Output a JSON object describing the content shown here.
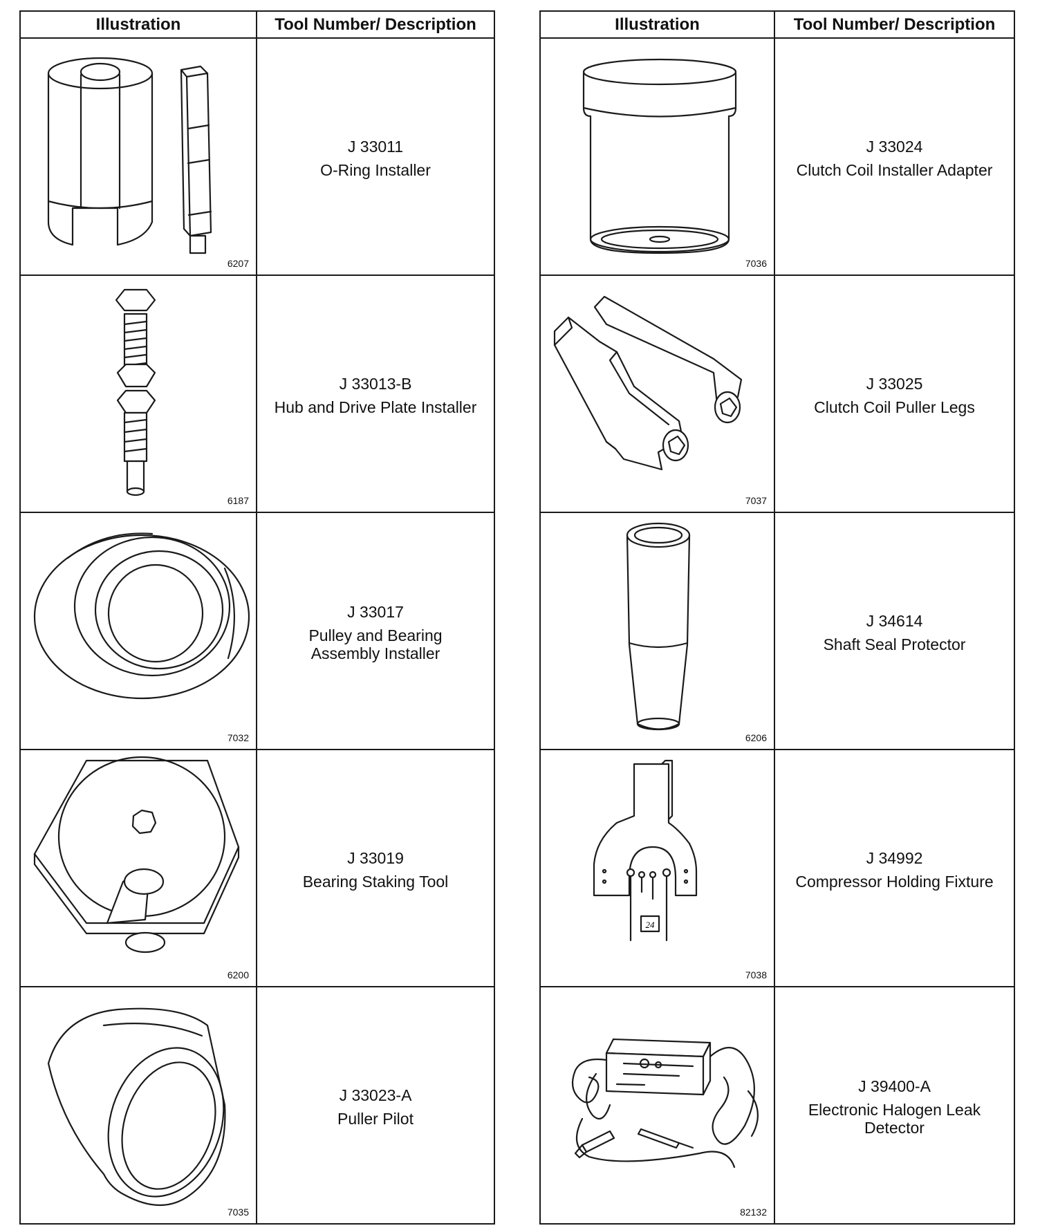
{
  "headers": {
    "illustration": "Illustration",
    "tool": "Tool Number/ Description"
  },
  "left": [
    {
      "figure": "6207",
      "number": "J 33011",
      "name": "O-Ring Installer"
    },
    {
      "figure": "6187",
      "number": "J 33013-B",
      "name": "Hub and Drive Plate Installer"
    },
    {
      "figure": "7032",
      "number": "J 33017",
      "name": "Pulley and Bearing\nAssembly Installer"
    },
    {
      "figure": "6200",
      "number": "J 33019",
      "name": "Bearing Staking Tool"
    },
    {
      "figure": "7035",
      "number": "J 33023-A",
      "name": "Puller Pilot"
    }
  ],
  "right": [
    {
      "figure": "7036",
      "number": "J 33024",
      "name": "Clutch Coil Installer Adapter"
    },
    {
      "figure": "7037",
      "number": "J 33025",
      "name": "Clutch Coil Puller Legs"
    },
    {
      "figure": "6206",
      "number": "J 34614",
      "name": "Shaft Seal Protector"
    },
    {
      "figure": "7038",
      "number": "J 34992",
      "name": "Compressor Holding Fixture",
      "tag": "24"
    },
    {
      "figure": "82132",
      "number": "J 39400-A",
      "name": "Electronic Halogen Leak\nDetector"
    }
  ]
}
